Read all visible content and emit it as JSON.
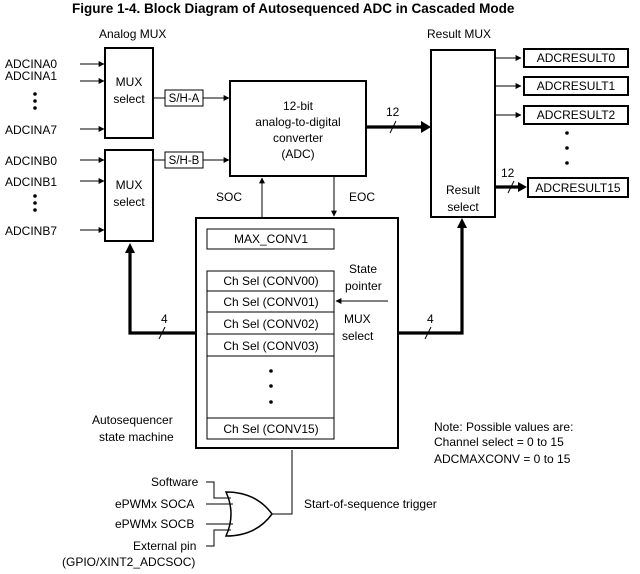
{
  "title": "Figure 1-4.  Block Diagram of Autosequenced ADC in Cascaded Mode",
  "analog_mux": {
    "heading": "Analog MUX",
    "inputs_a": [
      "ADCINA0",
      "ADCINA1",
      "ADCINA7"
    ],
    "inputs_b": [
      "ADCINB0",
      "ADCINB1",
      "ADCINB7"
    ],
    "mux_a_label": [
      "MUX",
      "select"
    ],
    "mux_b_label": [
      "MUX",
      "select"
    ],
    "sh_a": "S/H-A",
    "sh_b": "S/H-B"
  },
  "adc": {
    "label": [
      "12-bit",
      "analog-to-digital",
      "converter",
      "(ADC)"
    ],
    "bus_width": "12",
    "soc": "SOC",
    "eoc": "EOC"
  },
  "result_mux": {
    "heading": "Result MUX",
    "select_label": [
      "Result",
      "select"
    ],
    "outputs": [
      "ADCRESULT0",
      "ADCRESULT1",
      "ADCRESULT2",
      "ADCRESULT15"
    ],
    "out_bus_width": "12"
  },
  "sequencer": {
    "max_conv": "MAX_CONV1",
    "slots": [
      "Ch Sel (CONV00)",
      "Ch Sel (CONV01)",
      "Ch Sel (CONV02)",
      "Ch Sel (CONV03)",
      "Ch Sel (CONV15)"
    ],
    "state_pointer": [
      "State",
      "pointer"
    ],
    "mux_select": [
      "MUX",
      "select"
    ],
    "left_bus_width": "4",
    "right_bus_width": "4",
    "caption": [
      "Autosequencer",
      "state machine"
    ]
  },
  "note": [
    "Note: Possible values are:",
    "Channel select = 0 to 15",
    "ADCMAXCONV = 0 to 15"
  ],
  "trigger": {
    "sources": [
      "Software",
      "ePWMx SOCA",
      "ePWMx SOCB",
      "External pin",
      "(GPIO/XINT2_ADCSOC)"
    ],
    "label": "Start-of-sequence trigger"
  }
}
